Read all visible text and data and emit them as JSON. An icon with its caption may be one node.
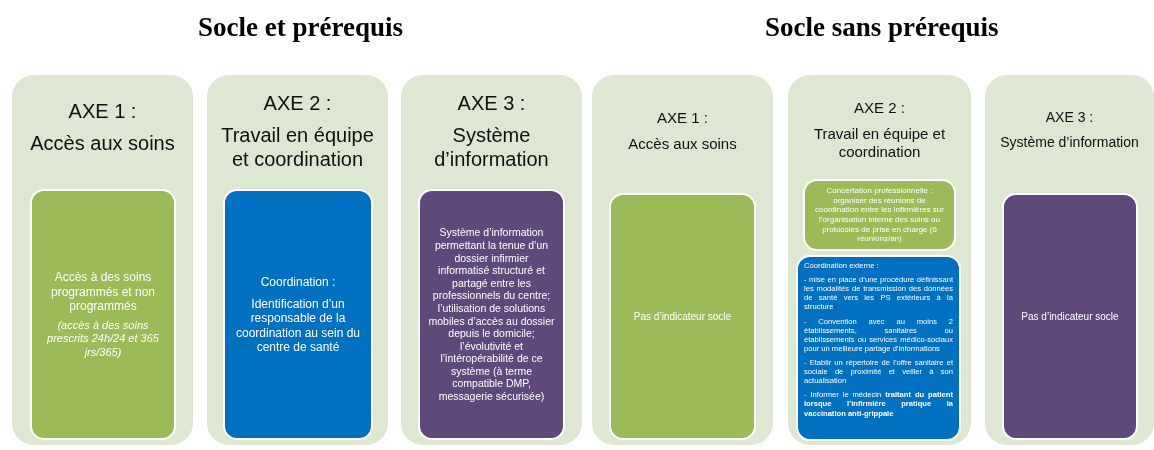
{
  "diagram": {
    "nodes": [
      {
        "text": [
          "AXE 1 :",
          "Accès aux soins"
        ]
      },
      {
        "text": [
          "Accès à des soins programmés et non programmés",
          "(accès à des soins prescrits 24h/24 et 365 jrs/365)"
        ],
        "in": 0
      },
      {
        "text": [
          "AXE 2 :",
          "Travail en équipe et coordination"
        ]
      },
      {
        "text": [
          "Coordination :",
          "Identification d’un responsable de la coordination au sein du centre de santé"
        ],
        "in": 2
      },
      {
        "text": [
          "AXE 3 :",
          "Système d’information"
        ]
      },
      {
        "text": [
          "Système d’information permettant la tenue d’un dossier infirmier informatisé structuré et partagé entre les professionnels du centre; l’utilisation de solutions mobiles d’accès au dossier depuis le domicile; l’évolutivité et l’intéropérabilité de ce système (à terme compatible DMP, messagerie sécurisée)"
        ],
        "in": 4
      },
      {
        "text": [
          "AXE 1 :",
          "Accès aux soins"
        ]
      },
      {
        "text": [
          "Pas d’indicateur socle"
        ],
        "in": 6
      },
      {
        "text": [
          "AXE 2 :",
          "Travail en équipe et coordination"
        ]
      },
      {
        "text": [
          "Concertation professionnelle : organiser des réunions de coordination entre les infirmières sur l’organisation interne des soins ou protocoles de prise en charge (6 réunions/an)"
        ],
        "in": 8
      },
      {
        "text": [
          "Coordination externe :",
          "- mise en place d’une procédure définissant les modalités de transmission des données de santé vers les PS extérieurs à la structure",
          "- Convention avec au moins 2 établissements, sanitaires ou établissements ou services médico-sociaux pour un meilleure partage d’informations",
          "- Etablir un répertoire de l’offre sanitaire et sociale de proximité et veiller à son actualisation",
          "- Informer le médecin **traitant du patient lorsque l’infirmière pratique la vaccination anti-grippale**"
        ],
        "in": 8
      },
      {
        "text": [
          "AXE 3 :",
          "Système d’information"
        ]
      },
      {
        "text": [
          "Pas d’indicateur socle"
        ],
        "in": 11
      }
    ],
    "edges": [],
    "labels": [
      "Socle et prérequis",
      "Socle sans prérequis"
    ]
  }
}
